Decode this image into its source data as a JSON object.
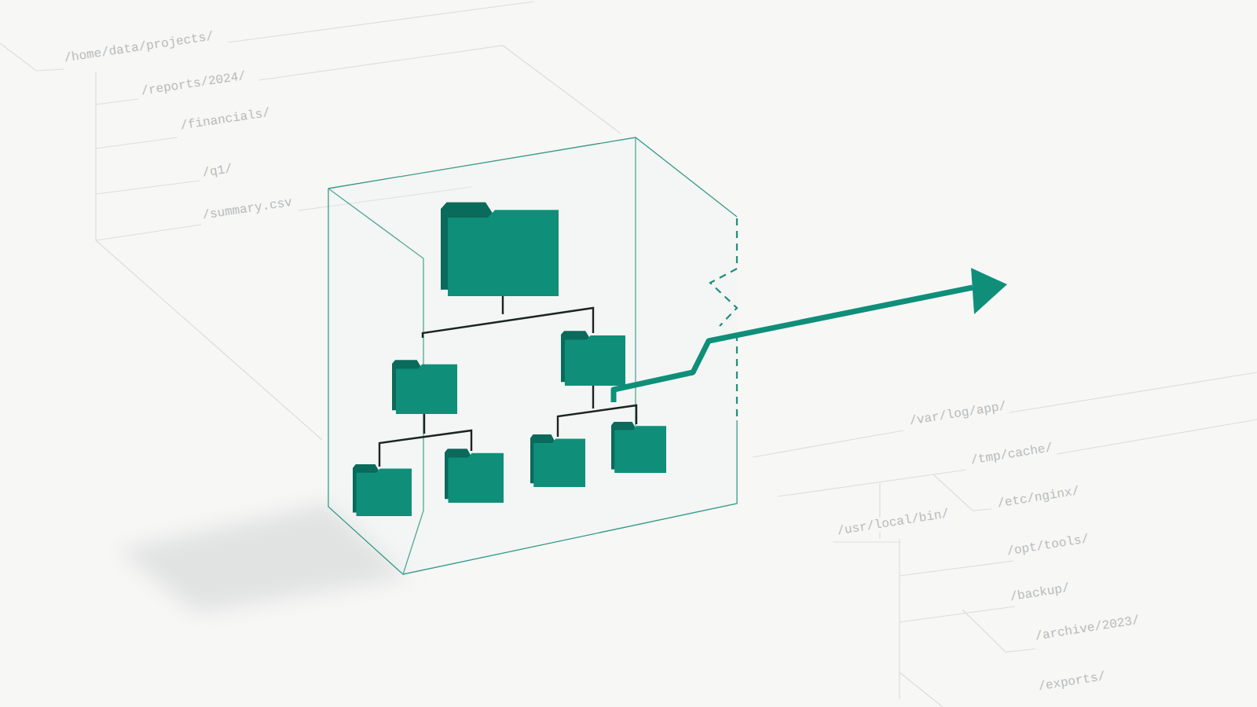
{
  "diagram": {
    "labels": [
      "/home/data/projects/",
      "/reports/2024/",
      "/financials/",
      "/q1/",
      "/summary.csv",
      "/var/log/app/",
      "/tmp/cache/",
      "/etc/nginx/",
      "/usr/local/bin/",
      "/opt/tools/",
      "/backup/",
      "/archive/2023/",
      "/exports/"
    ]
  }
}
